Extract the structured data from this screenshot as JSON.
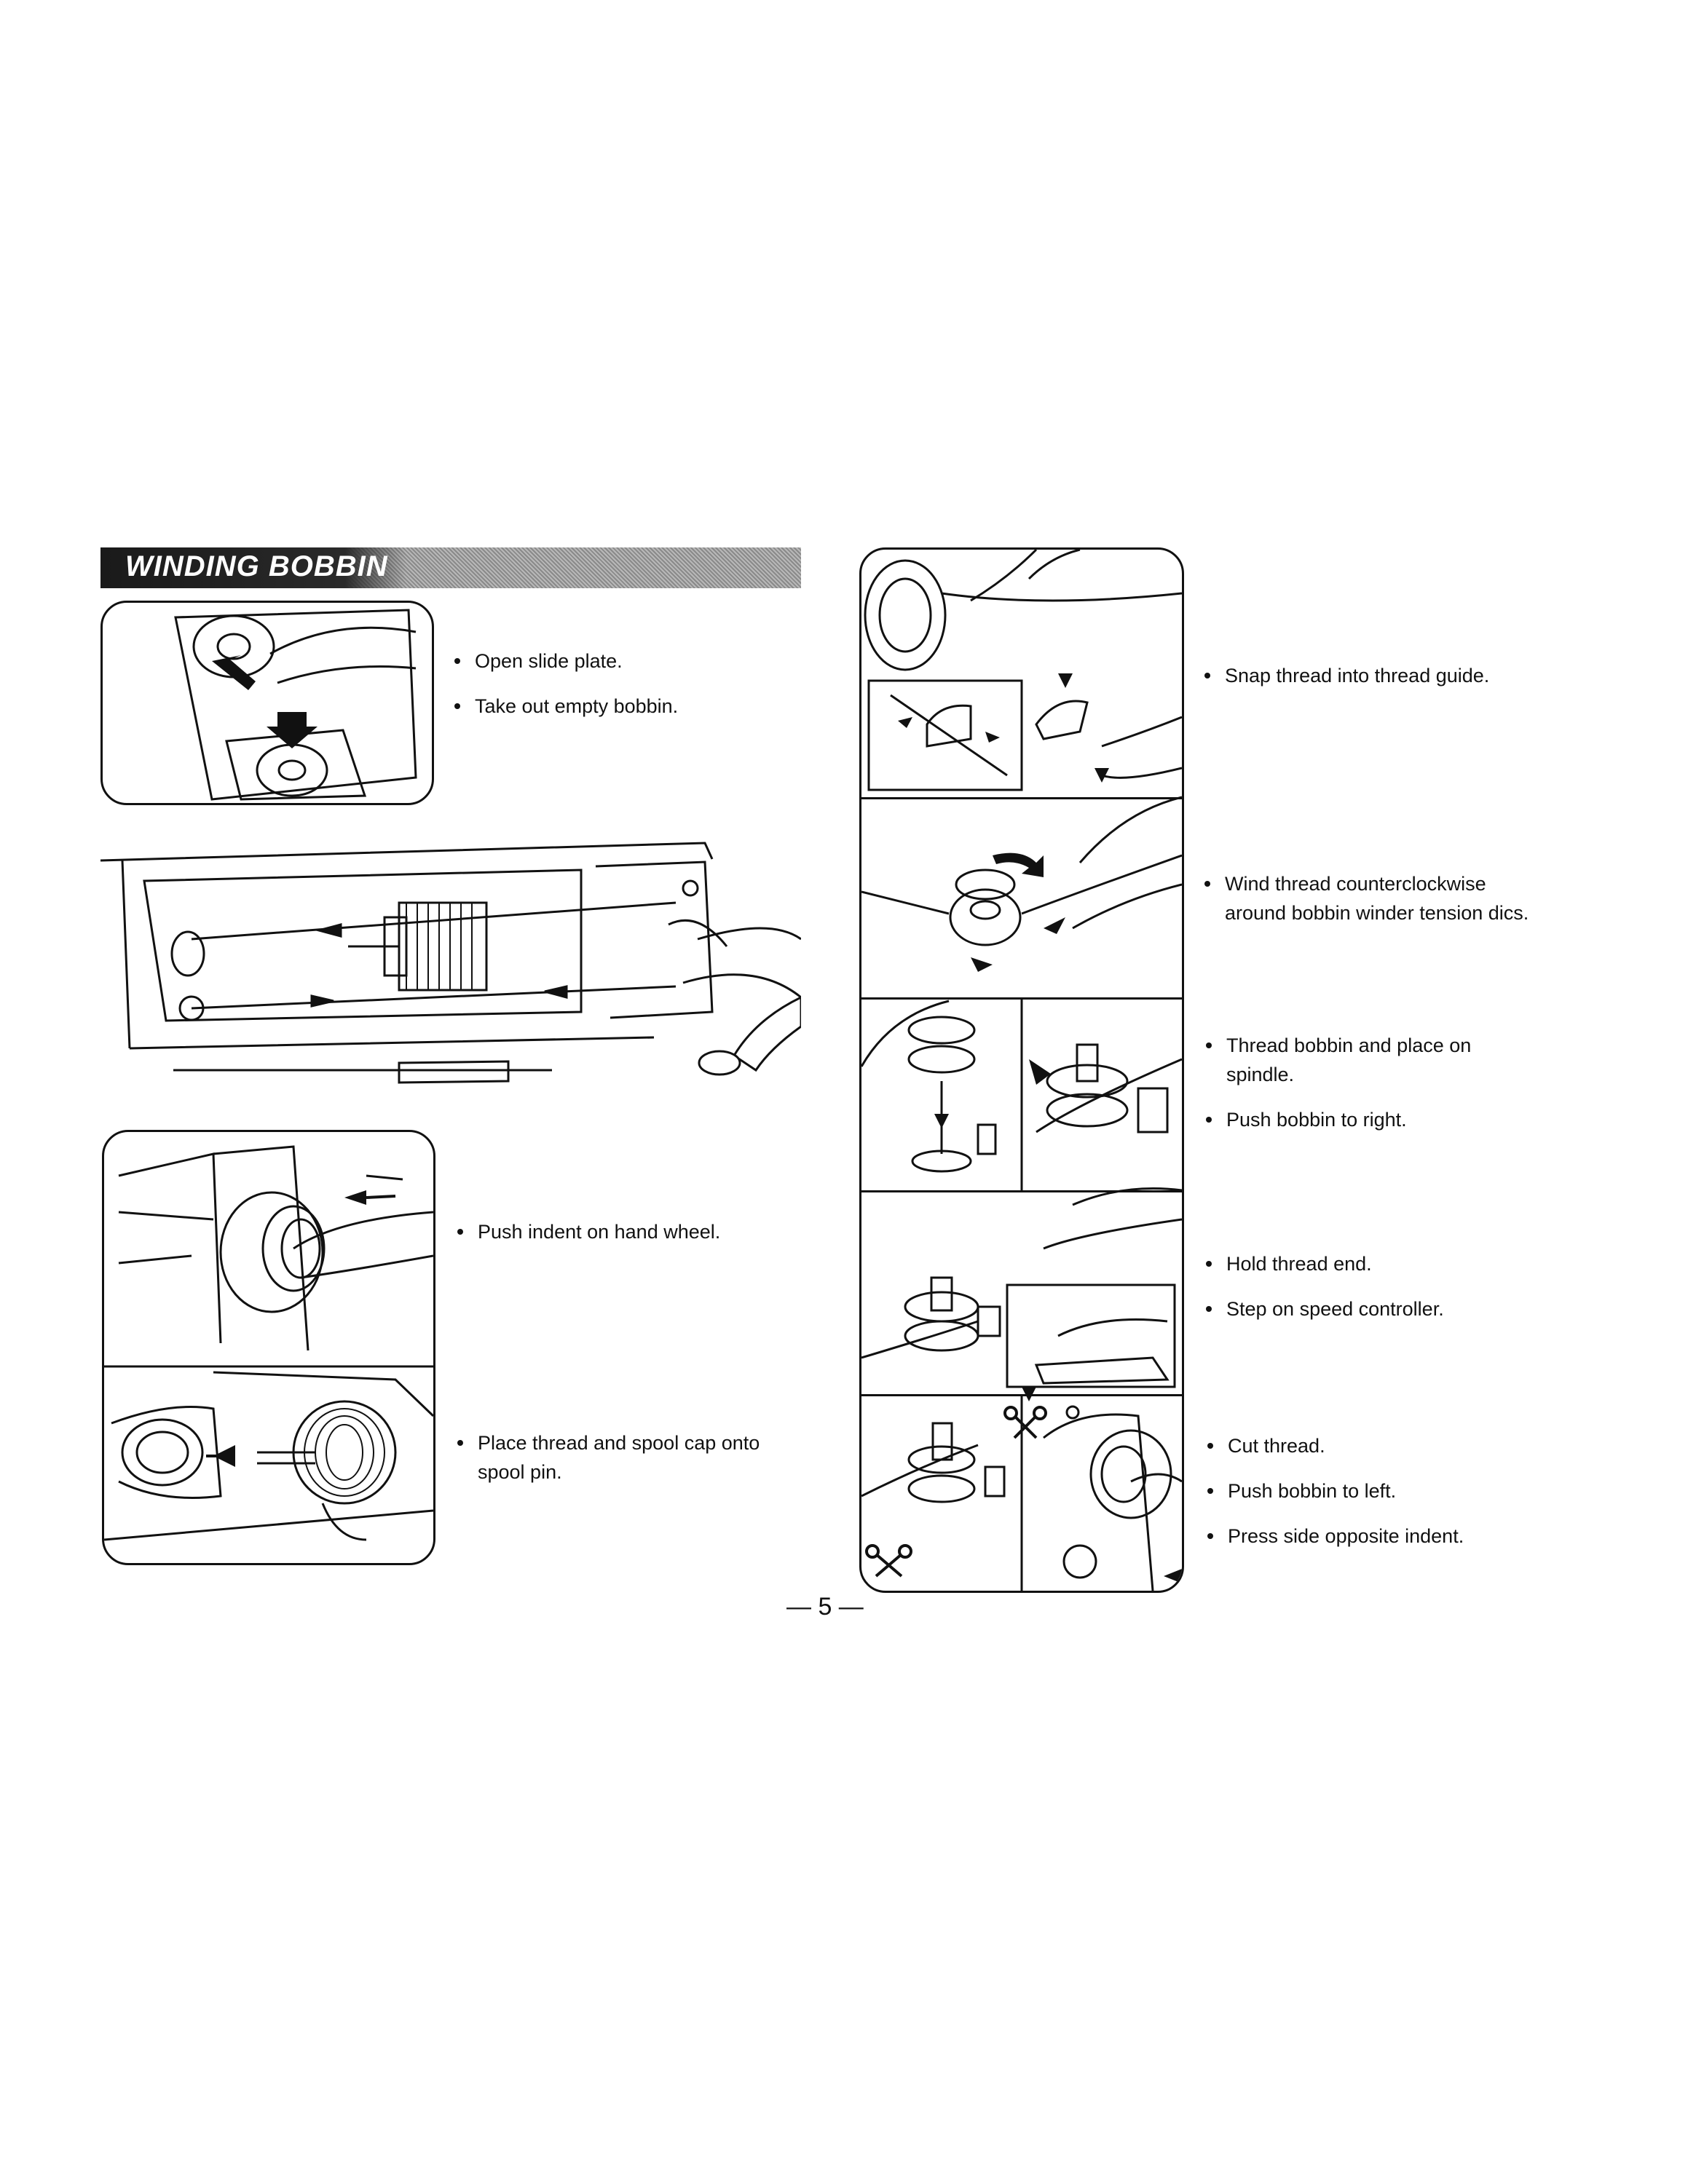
{
  "section": {
    "title": "WINDING BOBBIN"
  },
  "left_steps": [
    {
      "bullets": [
        "Open slide plate.",
        "Take out empty bobbin."
      ]
    },
    {
      "bullets": [
        "Push indent on hand wheel."
      ]
    },
    {
      "bullets": [
        "Place thread and spool cap onto",
        "spool pin."
      ]
    }
  ],
  "right_steps": [
    {
      "bullets": [
        [
          "Snap thread into thread guide."
        ]
      ]
    },
    {
      "bullets": [
        [
          "Wind thread counterclockwise",
          "around bobbin winder tension dics."
        ]
      ]
    },
    {
      "bullets": [
        [
          "Thread bobbin and place on",
          "spindle."
        ],
        [
          "Push bobbin to right."
        ]
      ]
    },
    {
      "bullets": [
        [
          "Hold thread end."
        ],
        [
          "Step on speed controller."
        ]
      ]
    },
    {
      "bullets": [
        [
          "Cut thread."
        ],
        [
          "Push bobbin to left."
        ],
        [
          "Press side opposite indent."
        ]
      ]
    }
  ],
  "page_number": "— 5 —"
}
